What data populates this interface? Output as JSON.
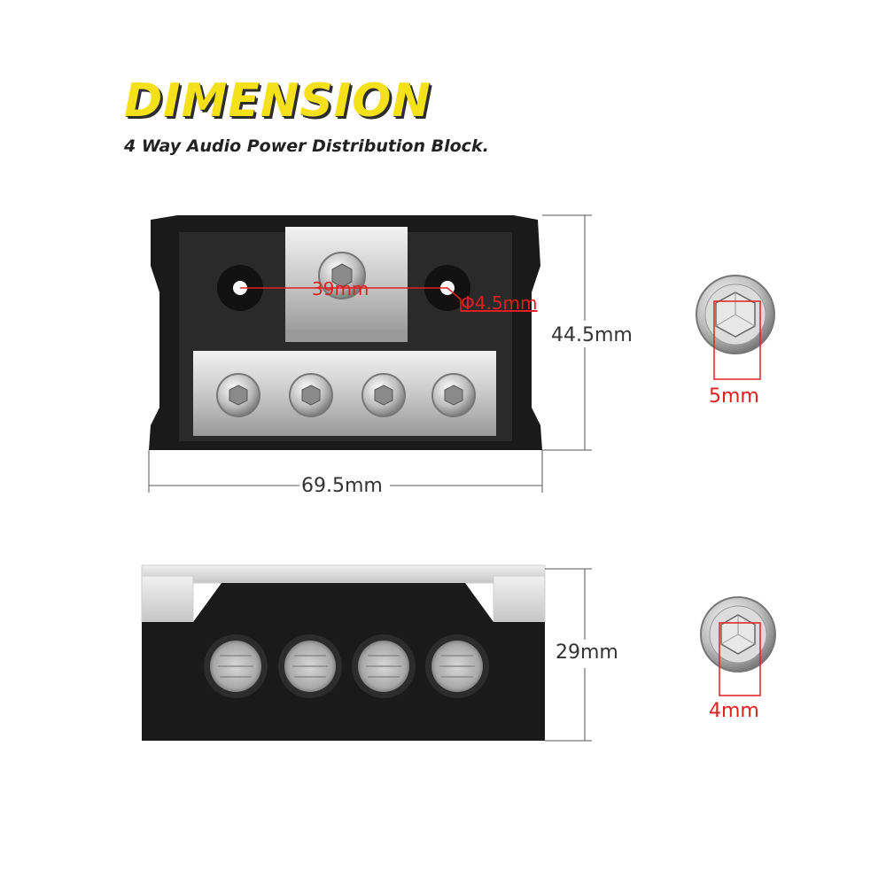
{
  "title": "DIMENSION",
  "subtitle": "4 Way Audio Power Distribution Block.",
  "dimensions": {
    "width": "69.5mm",
    "height_top": "44.5mm",
    "height_side": "29mm",
    "hole_spacing": "39mm",
    "hole_diameter": "Φ4.5mm"
  },
  "bolts": {
    "large_hex": "5mm",
    "small_hex": "4mm"
  },
  "colors": {
    "title": "#f5e11a",
    "annotation": "#e02020",
    "block": "#1a1a1a"
  }
}
